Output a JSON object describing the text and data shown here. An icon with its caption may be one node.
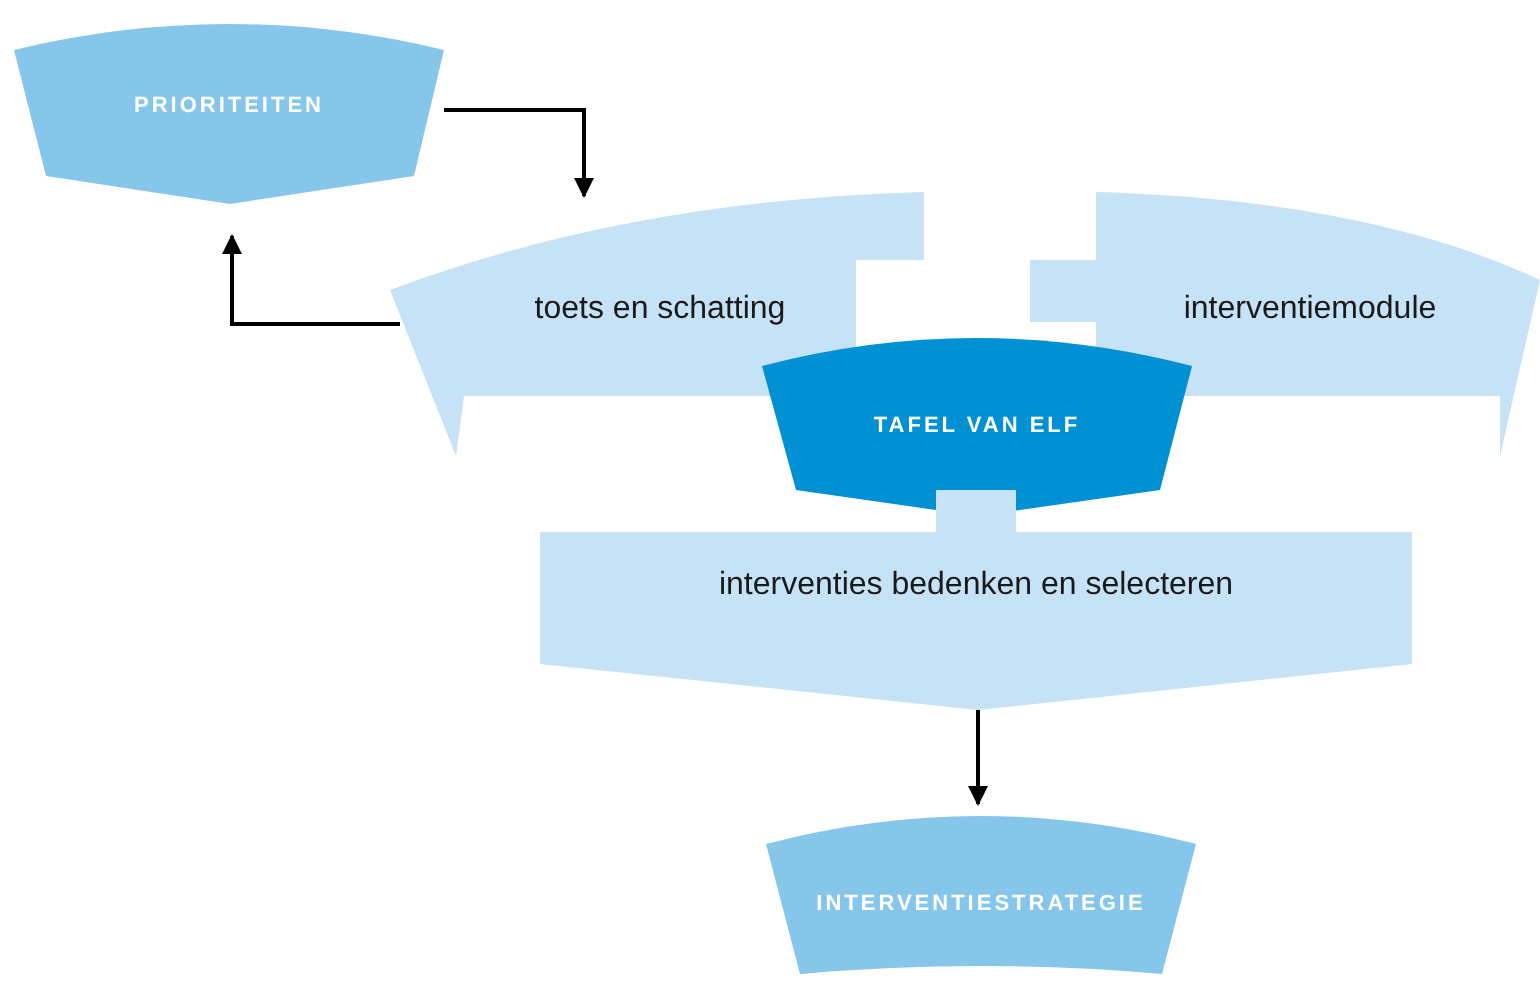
{
  "diagram": {
    "nodes": [
      {
        "text": [
          "PRIORITEITEN"
        ]
      },
      {
        "text": [
          "toets en schatting"
        ]
      },
      {
        "text": [
          "interventiemodule"
        ]
      },
      {
        "text": [
          "TAFEL VAN ELF"
        ]
      },
      {
        "text": [
          "interventies bedenken en selecteren"
        ]
      },
      {
        "text": [
          "INTERVENTIESTRATEGIE"
        ]
      }
    ],
    "edges": [
      {
        "from": 0,
        "to": 1,
        "arrow": "to"
      },
      {
        "from": 1,
        "to": 0,
        "arrow": "to"
      },
      {
        "from": 4,
        "to": 5,
        "arrow": "to"
      }
    ]
  }
}
